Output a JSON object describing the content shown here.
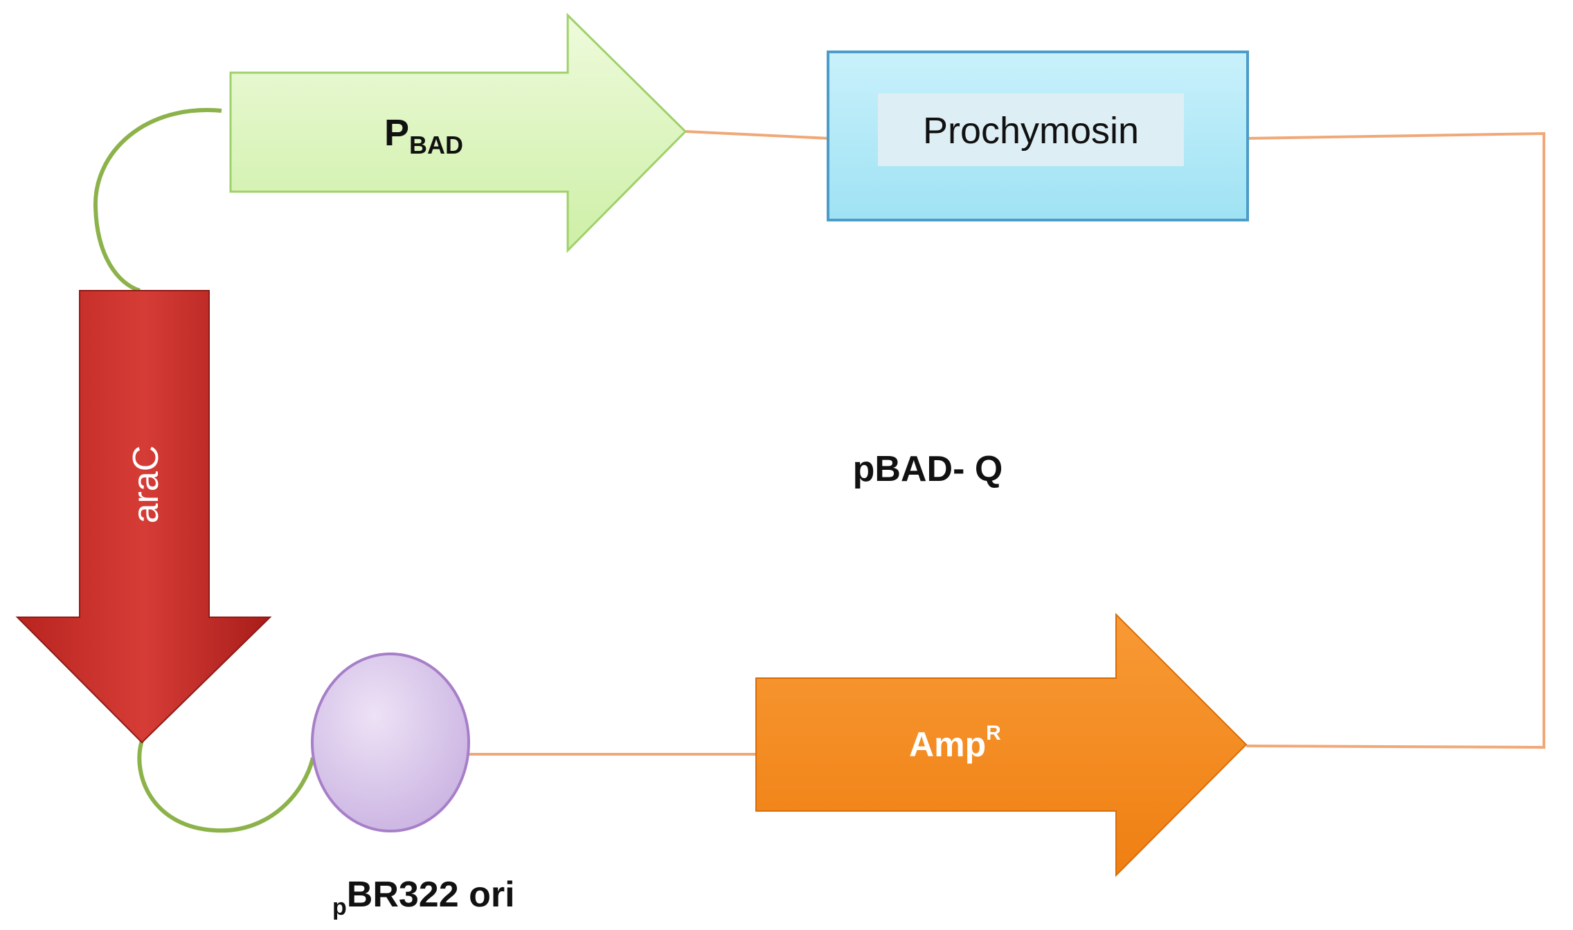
{
  "plasmid_name": "pBAD- Q",
  "elements": {
    "promoter": {
      "main": "P",
      "sub": "BAD",
      "color": "#d9f5b8"
    },
    "gene": {
      "label": "Prochymosin",
      "color": "#b8ecf8"
    },
    "regulator": {
      "label": "araC",
      "color": "#c9302c"
    },
    "resistance": {
      "main": "Amp",
      "sup": "R",
      "color": "#f58a1f"
    },
    "origin": {
      "prefix": "p",
      "main": "BR322 ori",
      "color": "#d9c7ea"
    }
  },
  "colors": {
    "backbone": "#f0a878",
    "linker": "#8cb24a"
  }
}
